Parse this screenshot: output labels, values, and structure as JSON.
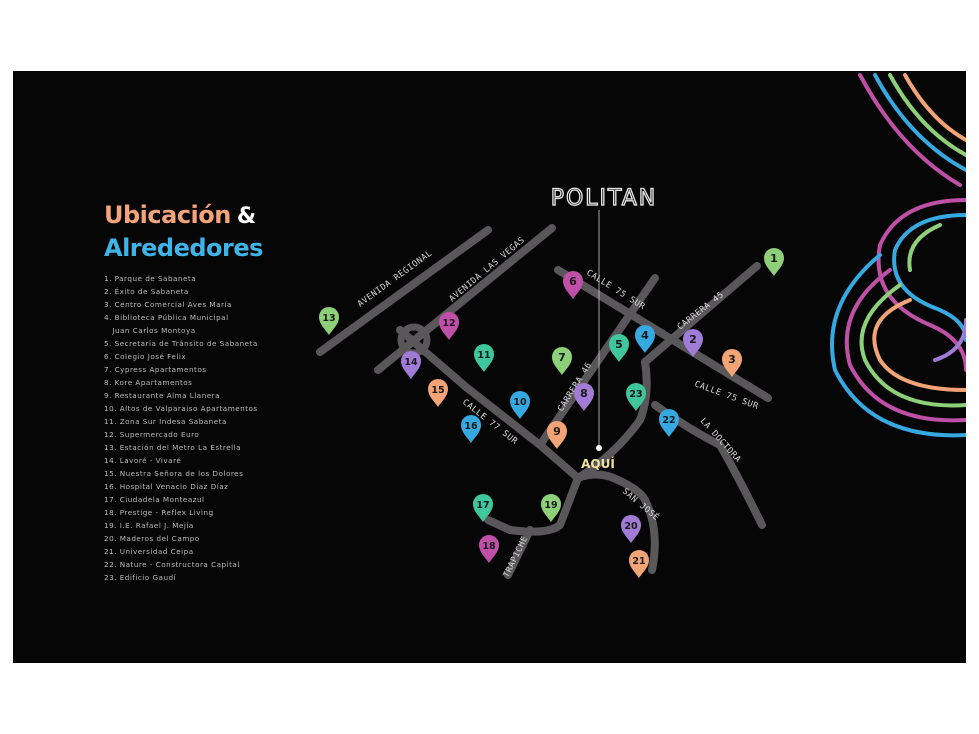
{
  "title": {
    "line1": "Ubicación",
    "amp": "&",
    "line2": "Alrededores"
  },
  "brand": "POLITAN",
  "here_label": "AQUÍ",
  "colors": {
    "background": "#060606",
    "road": "#5a575b",
    "title1": "#f4a37b",
    "title2": "#3fb4e8",
    "pin_green": "#8ed07a",
    "pin_purple": "#a07cd6",
    "pin_magenta": "#c04fa8",
    "pin_orange": "#f2a476",
    "pin_blue": "#35a9e0",
    "pin_teal": "#3fc69c"
  },
  "streets": [
    "AVENIDA REGIONAL",
    "AVENIDA LAS VEGAS",
    "CALLE 75 SUR",
    "CARRERA 45",
    "CARRERA 46",
    "CALLE 75 SUR",
    "CALLE 77 SUR",
    "LA DOCTORA",
    "SAN JOSÉ",
    "TRAPICHE"
  ],
  "legend": [
    "1. Parque de Sabaneta",
    "2. Éxito de Sabaneta",
    "3. Centro Comercial Aves María",
    "4. Biblioteca Pública Municipal",
    "   Juan Carlos Montoya",
    "5. Secretaría de Tránsito de Sabaneta",
    "6. Colegio José Felix",
    "7. Cypress Apartamentos",
    "8. Kore Apartamentos",
    "9. Restaurante Alma Llanera",
    "10. Altos de Valparaiso Apartamentos",
    "11. Zona Sur Indesa Sabaneta",
    "12. Supermercado Euro",
    "13. Estación del Metro La Estrella",
    "14. Lavoré - Vivaré",
    "15. Nuestra Señora de los Dolores",
    "16. Hospital Venacio Díaz Díaz",
    "17. Ciudadela Monteazul",
    "18. Prestige - Reflex Living",
    "19. I.E. Rafael J. Mejía",
    "20. Maderos del Campo",
    "21. Universidad Ceipa",
    "22. Nature - Constructora Capital",
    "23. Edificio Gaudí"
  ],
  "markers": [
    {
      "num": "1",
      "color": "pin_green"
    },
    {
      "num": "2",
      "color": "pin_purple"
    },
    {
      "num": "3",
      "color": "pin_orange"
    },
    {
      "num": "4",
      "color": "pin_blue"
    },
    {
      "num": "5",
      "color": "pin_teal"
    },
    {
      "num": "6",
      "color": "pin_magenta"
    },
    {
      "num": "7",
      "color": "pin_green"
    },
    {
      "num": "8",
      "color": "pin_purple"
    },
    {
      "num": "9",
      "color": "pin_orange"
    },
    {
      "num": "10",
      "color": "pin_blue"
    },
    {
      "num": "11",
      "color": "pin_teal"
    },
    {
      "num": "12",
      "color": "pin_magenta"
    },
    {
      "num": "13",
      "color": "pin_green"
    },
    {
      "num": "14",
      "color": "pin_purple"
    },
    {
      "num": "15",
      "color": "pin_orange"
    },
    {
      "num": "16",
      "color": "pin_blue"
    },
    {
      "num": "17",
      "color": "pin_teal"
    },
    {
      "num": "18",
      "color": "pin_magenta"
    },
    {
      "num": "19",
      "color": "pin_green"
    },
    {
      "num": "20",
      "color": "pin_purple"
    },
    {
      "num": "21",
      "color": "pin_orange"
    },
    {
      "num": "22",
      "color": "pin_blue"
    },
    {
      "num": "23",
      "color": "pin_teal"
    }
  ]
}
